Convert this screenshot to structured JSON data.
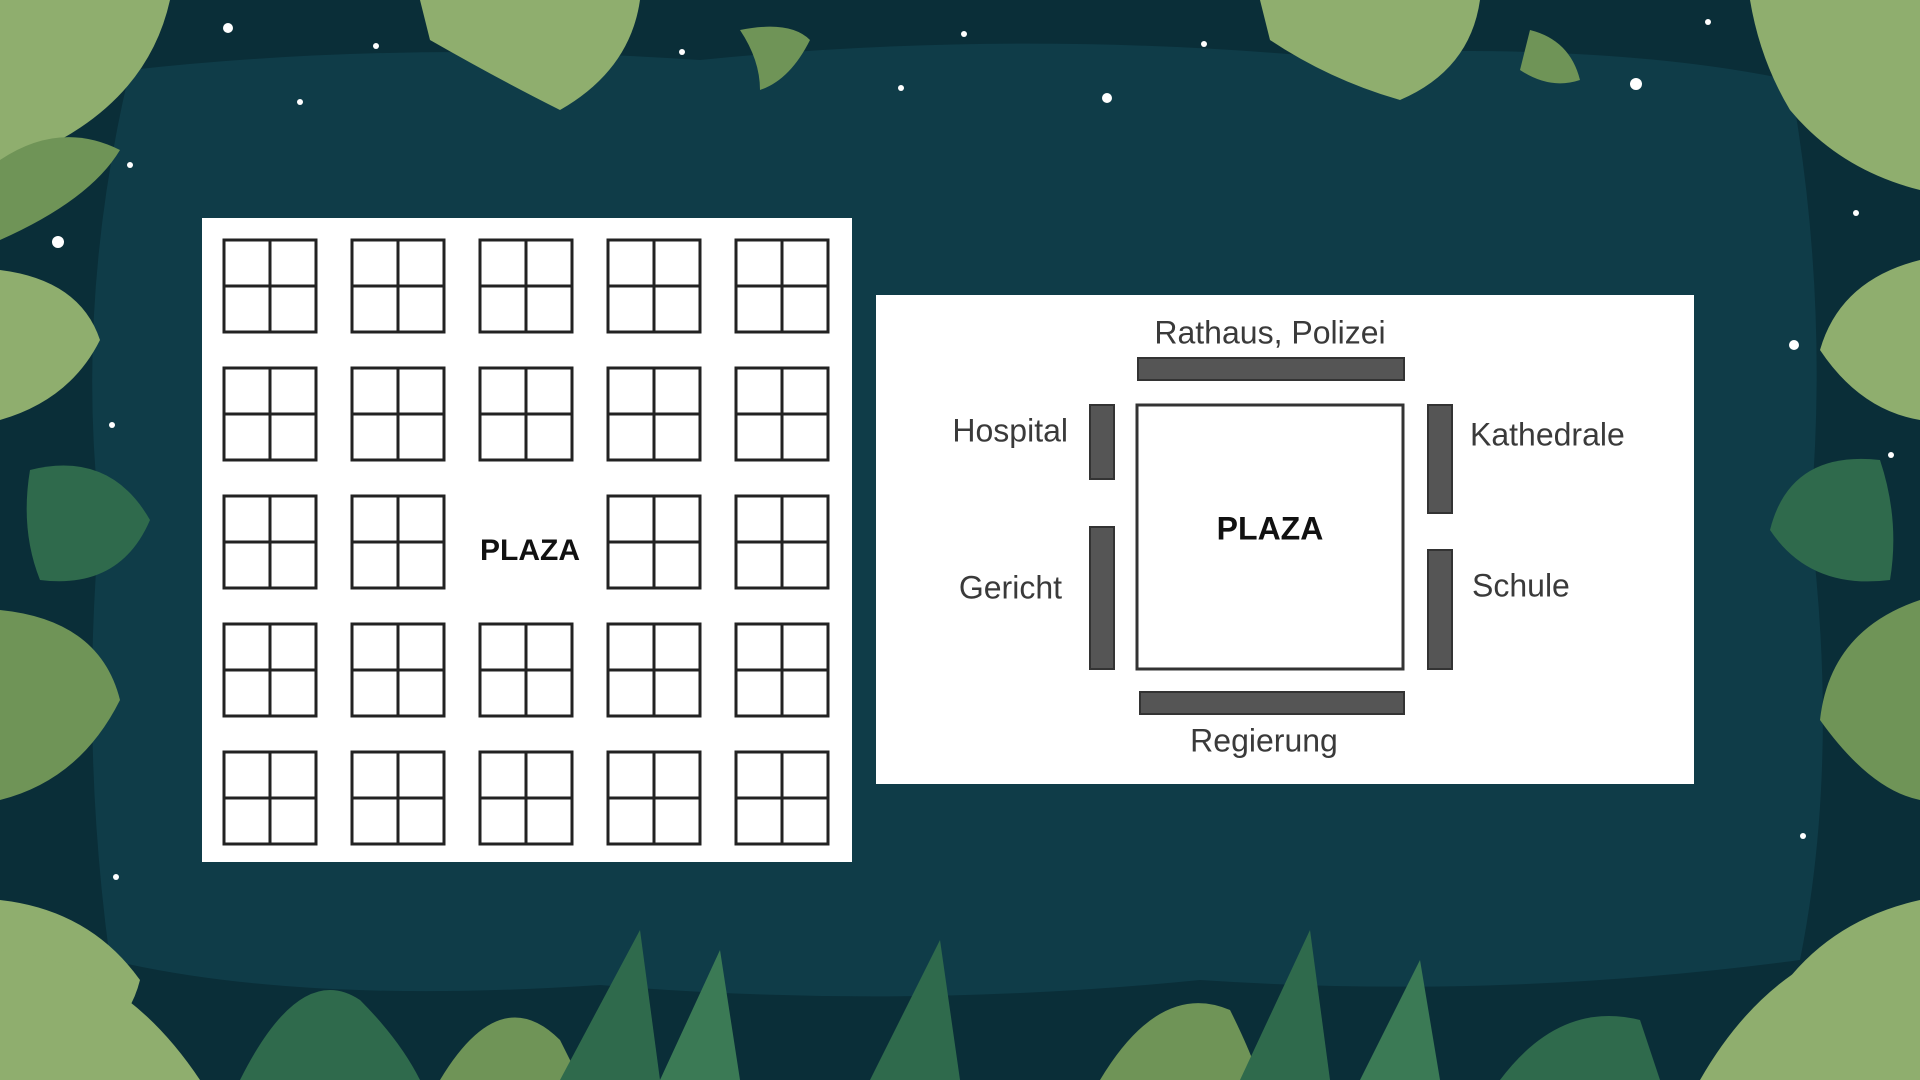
{
  "colors": {
    "background": "#0e3a47",
    "background_dark": "#0a2e38",
    "leaf_light": "#8fae6e",
    "leaf_mid": "#6f9457",
    "leaf_dark": "#2f6a4c",
    "panel": "#ffffff",
    "ink": "#222222",
    "bar": "#555555"
  },
  "grid_diagram": {
    "rows": 5,
    "cols": 5,
    "plaza_cell": {
      "row": 2,
      "col": 2
    },
    "plaza_label": "PLAZA"
  },
  "layout_diagram": {
    "plaza_label": "PLAZA",
    "buildings": {
      "top": "Rathaus, Polizei",
      "left_upper": "Hospital",
      "left_lower": "Gericht",
      "right_upper": "Kathedrale",
      "right_lower": "Schule",
      "bottom": "Regierung"
    }
  }
}
